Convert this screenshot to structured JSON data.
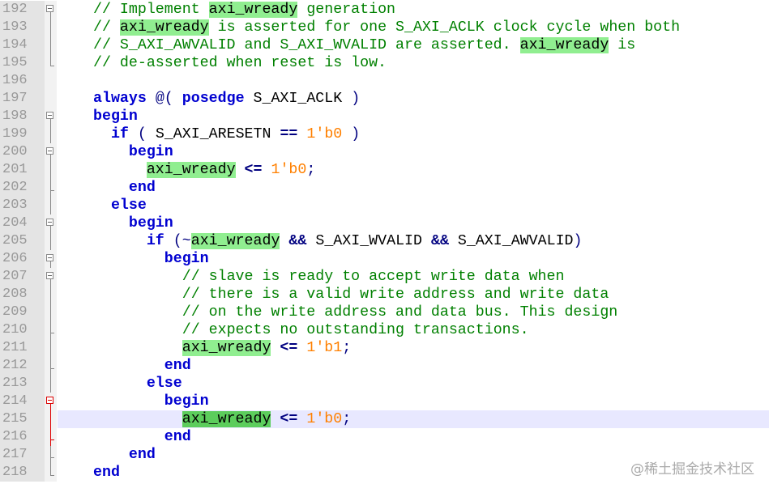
{
  "lines": [
    {
      "num": "192",
      "fold": "open",
      "tokens": [
        [
          "c",
          "// Implement "
        ],
        [
          "h",
          "axi_wready"
        ],
        [
          "c",
          " generation"
        ]
      ]
    },
    {
      "num": "193",
      "fold": "line",
      "tokens": [
        [
          "c",
          "// "
        ],
        [
          "h",
          "axi_wready"
        ],
        [
          "c",
          " is asserted for one S_AXI_ACLK clock cycle when both"
        ]
      ]
    },
    {
      "num": "194",
      "fold": "line",
      "tokens": [
        [
          "c",
          "// S_AXI_AWVALID and S_AXI_WVALID are asserted. "
        ],
        [
          "h",
          "axi_wready"
        ],
        [
          "c",
          " is"
        ]
      ]
    },
    {
      "num": "195",
      "fold": "end",
      "tokens": [
        [
          "c",
          "// de-asserted when reset is low."
        ]
      ]
    },
    {
      "num": "196",
      "fold": "none",
      "tokens": []
    },
    {
      "num": "197",
      "fold": "none",
      "tokens": [
        [
          "k",
          "always"
        ],
        [
          "t",
          " "
        ],
        [
          "p",
          "@("
        ],
        [
          "t",
          " "
        ],
        [
          "k",
          "posedge"
        ],
        [
          "t",
          " S_AXI_ACLK "
        ],
        [
          "p",
          ")"
        ]
      ]
    },
    {
      "num": "198",
      "fold": "open",
      "tokens": [
        [
          "k",
          "begin"
        ]
      ]
    },
    {
      "num": "199",
      "fold": "line",
      "tokens": [
        [
          "t",
          "  "
        ],
        [
          "k",
          "if"
        ],
        [
          "t",
          " "
        ],
        [
          "p",
          "("
        ],
        [
          "t",
          " S_AXI_ARESETN "
        ],
        [
          "o",
          "=="
        ],
        [
          "t",
          " "
        ],
        [
          "n",
          "1'b0"
        ],
        [
          "t",
          " "
        ],
        [
          "p",
          ")"
        ]
      ]
    },
    {
      "num": "200",
      "fold": "open",
      "tokens": [
        [
          "t",
          "    "
        ],
        [
          "k",
          "begin"
        ]
      ]
    },
    {
      "num": "201",
      "fold": "line",
      "tokens": [
        [
          "t",
          "      "
        ],
        [
          "h",
          "axi_wready"
        ],
        [
          "t",
          " "
        ],
        [
          "o",
          "<="
        ],
        [
          "t",
          " "
        ],
        [
          "n",
          "1'b0"
        ],
        [
          "p",
          ";"
        ]
      ]
    },
    {
      "num": "202",
      "fold": "tick",
      "tokens": [
        [
          "t",
          "    "
        ],
        [
          "k",
          "end"
        ]
      ]
    },
    {
      "num": "203",
      "fold": "line",
      "tokens": [
        [
          "t",
          "  "
        ],
        [
          "k",
          "else"
        ]
      ]
    },
    {
      "num": "204",
      "fold": "open",
      "tokens": [
        [
          "t",
          "    "
        ],
        [
          "k",
          "begin"
        ]
      ]
    },
    {
      "num": "205",
      "fold": "line",
      "tokens": [
        [
          "t",
          "      "
        ],
        [
          "k",
          "if"
        ],
        [
          "t",
          " "
        ],
        [
          "p",
          "(~"
        ],
        [
          "h",
          "axi_wready"
        ],
        [
          "t",
          " "
        ],
        [
          "o",
          "&&"
        ],
        [
          "t",
          " S_AXI_WVALID "
        ],
        [
          "o",
          "&&"
        ],
        [
          "t",
          " S_AXI_AWVALID"
        ],
        [
          "p",
          ")"
        ]
      ]
    },
    {
      "num": "206",
      "fold": "open",
      "tokens": [
        [
          "t",
          "        "
        ],
        [
          "k",
          "begin"
        ]
      ]
    },
    {
      "num": "207",
      "fold": "open",
      "tokens": [
        [
          "t",
          "          "
        ],
        [
          "c",
          "// slave is ready to accept write data when"
        ]
      ]
    },
    {
      "num": "208",
      "fold": "line",
      "tokens": [
        [
          "t",
          "          "
        ],
        [
          "c",
          "// there is a valid write address and write data"
        ]
      ]
    },
    {
      "num": "209",
      "fold": "line",
      "tokens": [
        [
          "t",
          "          "
        ],
        [
          "c",
          "// on the write address and data bus. This design"
        ]
      ]
    },
    {
      "num": "210",
      "fold": "tick",
      "tokens": [
        [
          "t",
          "          "
        ],
        [
          "c",
          "// expects no outstanding transactions."
        ]
      ]
    },
    {
      "num": "211",
      "fold": "line",
      "tokens": [
        [
          "t",
          "          "
        ],
        [
          "h",
          "axi_wready"
        ],
        [
          "t",
          " "
        ],
        [
          "o",
          "<="
        ],
        [
          "t",
          " "
        ],
        [
          "n",
          "1'b1"
        ],
        [
          "p",
          ";"
        ]
      ]
    },
    {
      "num": "212",
      "fold": "tick",
      "tokens": [
        [
          "t",
          "        "
        ],
        [
          "k",
          "end"
        ]
      ]
    },
    {
      "num": "213",
      "fold": "line",
      "tokens": [
        [
          "t",
          "      "
        ],
        [
          "k",
          "else"
        ]
      ]
    },
    {
      "num": "214",
      "fold": "open-red",
      "tokens": [
        [
          "t",
          "        "
        ],
        [
          "k",
          "begin"
        ]
      ]
    },
    {
      "num": "215",
      "fold": "line-red",
      "current": true,
      "tokens": [
        [
          "t",
          "          "
        ],
        [
          "hs",
          "axi_wready"
        ],
        [
          "t",
          " "
        ],
        [
          "o",
          "<="
        ],
        [
          "t",
          " "
        ],
        [
          "n",
          "1'b0"
        ],
        [
          "p",
          ";"
        ]
      ]
    },
    {
      "num": "216",
      "fold": "tick-red",
      "tokens": [
        [
          "t",
          "        "
        ],
        [
          "k",
          "end"
        ]
      ]
    },
    {
      "num": "217",
      "fold": "tick",
      "tokens": [
        [
          "t",
          "    "
        ],
        [
          "k",
          "end"
        ]
      ]
    },
    {
      "num": "218",
      "fold": "end",
      "tokens": [
        [
          "k",
          "end"
        ]
      ]
    }
  ],
  "watermark": "@稀土掘金技术社区"
}
